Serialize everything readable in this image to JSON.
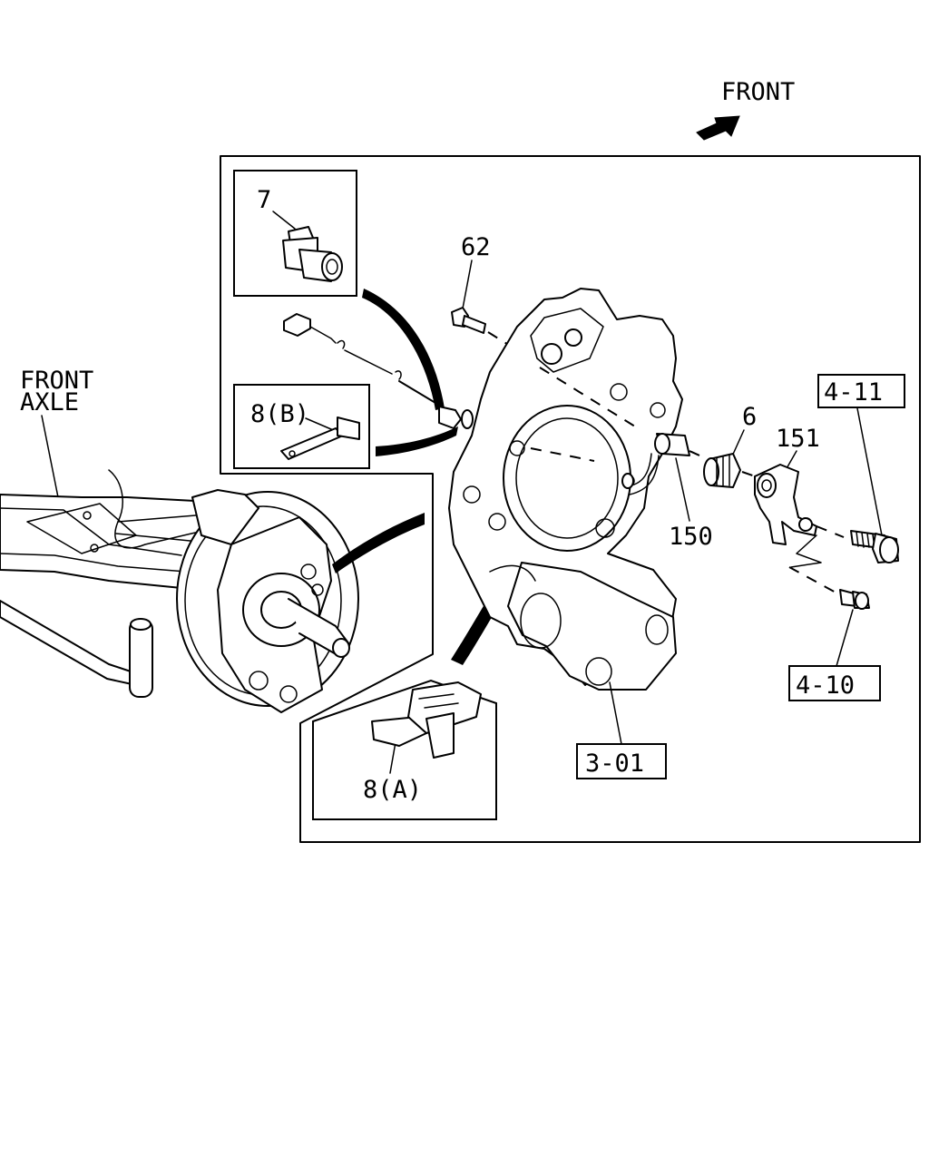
{
  "orientation": {
    "front_label": "FRONT"
  },
  "overview": {
    "axle_label_line1": "FRONT",
    "axle_label_line2": "AXLE"
  },
  "parts": {
    "p7": "7",
    "p8b": "8(B)",
    "p62": "62",
    "p6": "6",
    "p151": "151",
    "p150": "150",
    "p8a": "8(A)",
    "ref_4_11": "4-11",
    "ref_4_10": "4-10",
    "ref_3_01": "3-01"
  }
}
